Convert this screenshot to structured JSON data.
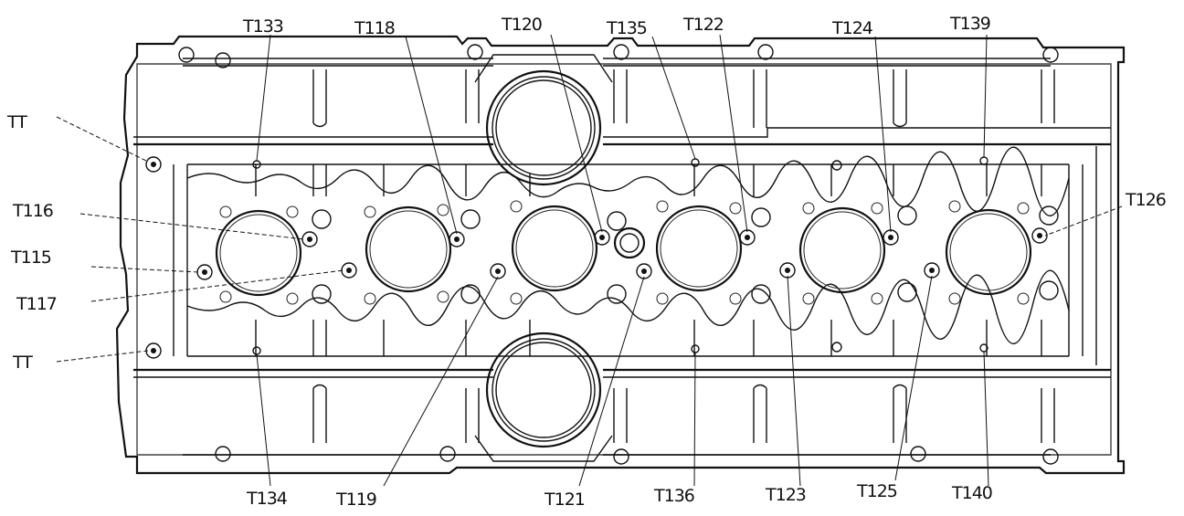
{
  "diagram": {
    "labels": {
      "t133": "T133",
      "t118": "T118",
      "t120": "T120",
      "t135": "T135",
      "t122": "T122",
      "t124": "T124",
      "t139": "T139",
      "tt_top": "TT",
      "t116": "T116",
      "t126": "T126",
      "t115": "T115",
      "t117": "T117",
      "tt_bottom": "TT",
      "t134": "T134",
      "t119": "T119",
      "t121": "T121",
      "t136": "T136",
      "t123": "T123",
      "t125": "T125",
      "t140": "T140"
    }
  }
}
